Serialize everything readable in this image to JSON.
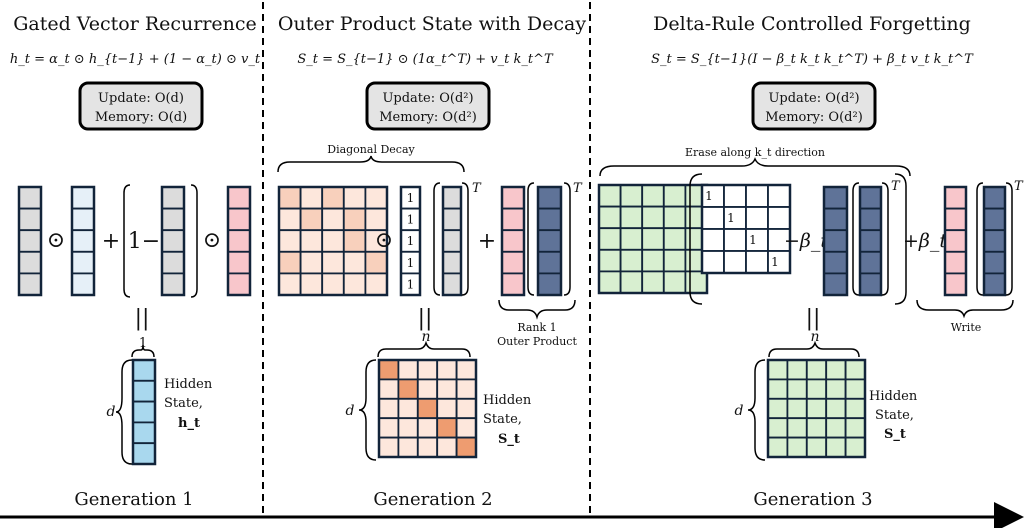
{
  "panels": [
    {
      "title": "Gated Vector Recurrence",
      "equation": "h_t = α_t ⊙ h_{t−1} + (1 − α_t) ⊙ v_t",
      "complexity": {
        "update": "Update: O(d)",
        "memory": "Memory: O(d)"
      },
      "ops": {
        "odot1": "⊙",
        "plus": "+",
        "one_minus": "1−",
        "odot2": "⊙",
        "equals": "||"
      },
      "dim_one": "1",
      "dim_d": "d",
      "state_label": {
        "line1": "Hidden",
        "line2": "State,",
        "line3": "h_t"
      },
      "generation": "Generation 1"
    },
    {
      "title": "Outer Product State with Decay",
      "equation": "S_t = S_{t−1} ⊙ (1α_t^T) + v_t k_t^T",
      "complexity": {
        "update": "Update: O(d²)",
        "memory": "Memory: O(d²)"
      },
      "brace_label": "Diagonal Decay",
      "ops": {
        "odot": "⊙",
        "plus": "+",
        "equals": "||",
        "transpose1": "T",
        "transpose2": "T"
      },
      "ones": [
        "1",
        "1",
        "1",
        "1",
        "1"
      ],
      "rank_label": {
        "line1": "Rank 1",
        "line2": "Outer Product"
      },
      "dim_n": "n",
      "dim_d": "d",
      "state_label": {
        "line1": "Hidden",
        "line2": "State,",
        "line3": "S_t"
      },
      "generation": "Generation 2"
    },
    {
      "title": "Delta-Rule Controlled Forgetting",
      "equation": "S_t = S_{t−1}(I − β_t k_t k_t^T) + β_t v_t k_t^T",
      "complexity": {
        "update": "Update: O(d²)",
        "memory": "Memory: O(d²)"
      },
      "brace_label": "Erase along k_t direction",
      "ops": {
        "minus_beta": "−β_t",
        "plus_beta": "+β_t",
        "equals": "||",
        "transpose1": "T",
        "transpose2": "T"
      },
      "identity_ones": [
        "1",
        "1",
        "1",
        "1"
      ],
      "write_label": "Write",
      "dim_n": "n",
      "dim_d": "d",
      "state_label": {
        "line1": "Hidden",
        "line2": "State,",
        "line3": "S_t"
      },
      "generation": "Generation 3"
    }
  ],
  "colors": {
    "grey_cell": "#dcdcdc",
    "light_blue_cell": "#e6f0f8",
    "pink_cell": "#f8c6cb",
    "navy_cell": "#5f7398",
    "green_cell": "#d8efd0",
    "hidden_blue": "#a9d8ee",
    "peach_light": "#fde7dc",
    "peach_mid": "#f8d0bc",
    "peach_dark": "#ee9c70",
    "outline": "#12243a"
  }
}
